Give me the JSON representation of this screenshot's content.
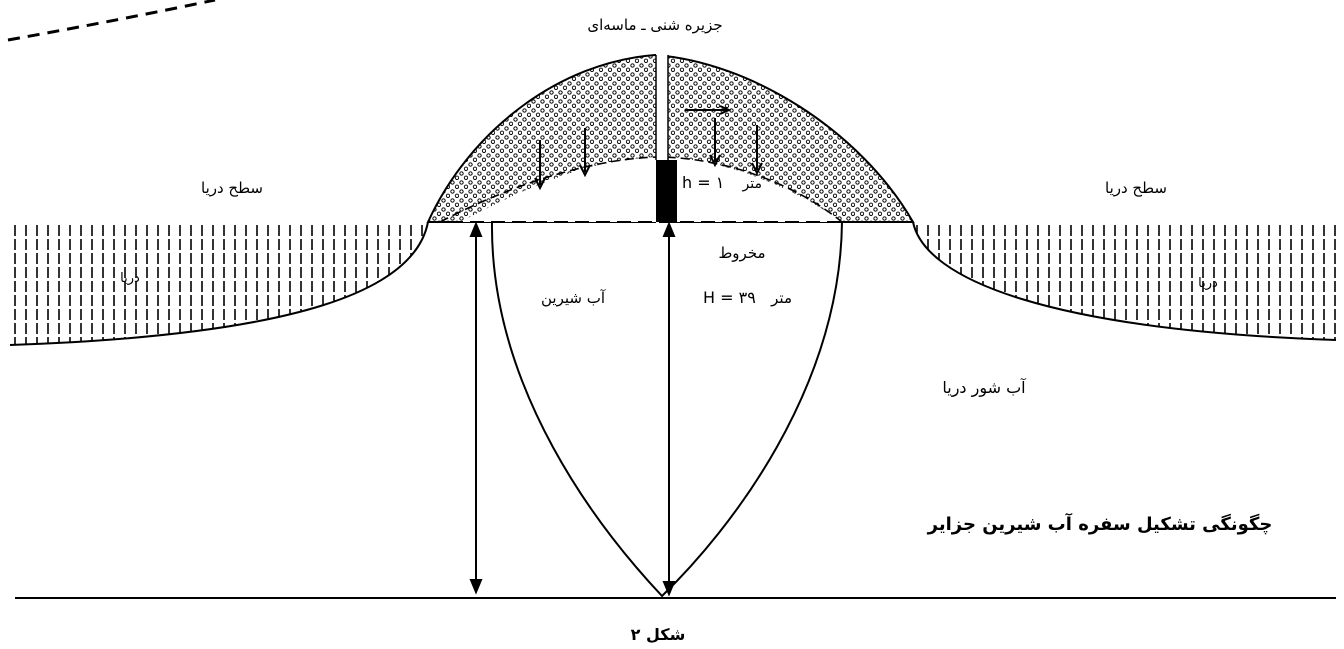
{
  "labels": {
    "island_title": "جزیره شنی ـ ماسه‌ای",
    "sea_surface_left": "سطح دریا",
    "sea_surface_right": "سطح دریا",
    "sea_left": "دریا",
    "sea_right": "دریا",
    "h_label": "h = ۱",
    "h_unit": "متر",
    "cone": "مخروط",
    "fresh_water": "آب شیرین",
    "H_label": "H = ۳۹",
    "H_unit": "متر",
    "salt_water": "آب شور دریا",
    "caption": "چگونگی تشکیل سفره آب شیرین جزایر",
    "figure_number": "شکل ۲"
  },
  "colors": {
    "ink": "#000000",
    "paper": "#ffffff"
  }
}
